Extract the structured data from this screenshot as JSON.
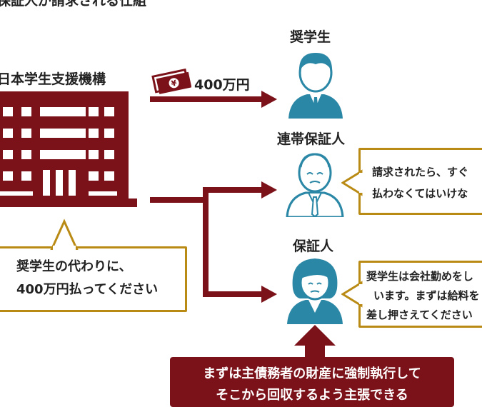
{
  "title_partial": "保証人が請求される仕組",
  "org_name": "日本学生支援機構",
  "amount": "400万円",
  "roles": {
    "student": "奨学生",
    "joint_guarantor": "連帯保証人",
    "guarantor": "保証人"
  },
  "bubble_org": {
    "line1": "奨学生の代わりに、",
    "line2": "400万円払ってください"
  },
  "bubble_joint": {
    "line1": "請求されたら、すぐ",
    "line2": "払わなくてはいけな"
  },
  "bubble_guarantor": {
    "line1": "奨学生は会社勤めをし",
    "line2": "います。まずは給料を",
    "line3": "差し押さえてください"
  },
  "notice": {
    "line1": "まずは主債務者の財産に強制執行して",
    "line2": "そこから回収するよう主張できる"
  },
  "colors": {
    "maroon": "#7b1219",
    "teal": "#2a87a6",
    "gold": "#b98a14"
  },
  "icons": [
    "building-icon",
    "money-icon",
    "person-student-icon",
    "person-joint-guarantor-icon",
    "person-guarantor-icon"
  ]
}
